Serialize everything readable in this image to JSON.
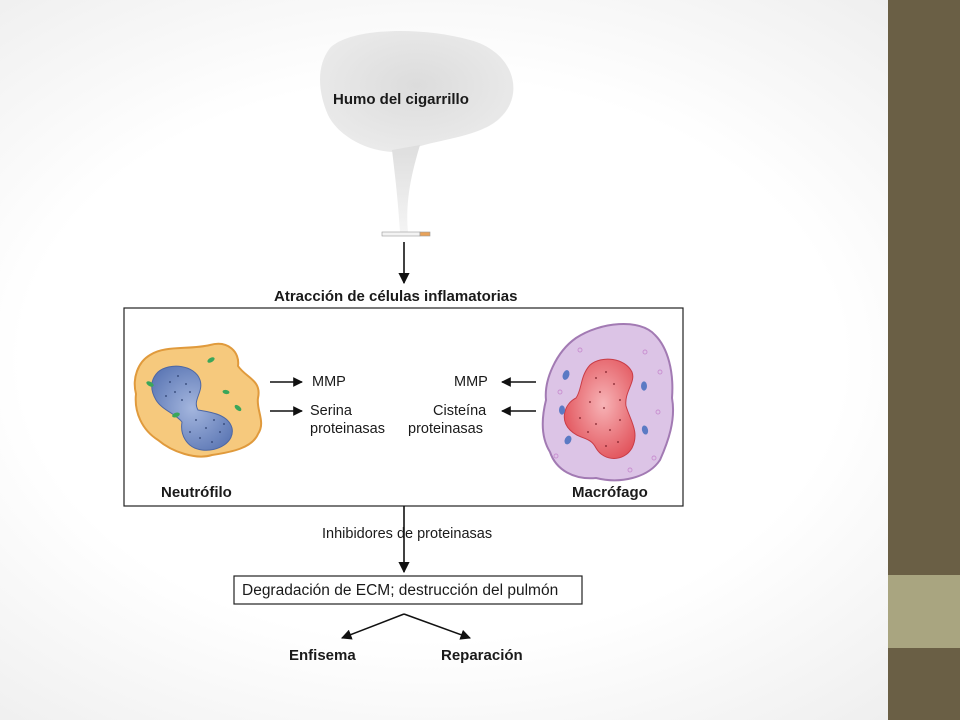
{
  "diagram": {
    "smoke_label": "Humo del cigarrillo",
    "attraction_label": "Atracción de células inflamatorias",
    "neutrophil": {
      "name": "Neutrófilo",
      "mmp": "MMP",
      "proteinase_line1": "Serina",
      "proteinase_line2": "proteinasas"
    },
    "macrophage": {
      "name": "Macrófago",
      "mmp": "MMP",
      "proteinase_line1": "Cisteína",
      "proteinase_line2": "proteinasas"
    },
    "inhibitors_label": "Inhibidores de proteinasas",
    "degradation_label": "Degradación de ECM; destrucción del pulmón",
    "outcomes": {
      "left": "Enfisema",
      "right": "Reparación"
    }
  },
  "colors": {
    "sidebar_dark": "#6a5f45",
    "sidebar_accent": "#a9a580",
    "neutrophil_cytoplasm": "#f6c97d",
    "neutrophil_nucleus": "#7c95c8",
    "macrophage_cytoplasm": "#dcc4e6",
    "macrophage_nucleus": "#ec7a80"
  }
}
